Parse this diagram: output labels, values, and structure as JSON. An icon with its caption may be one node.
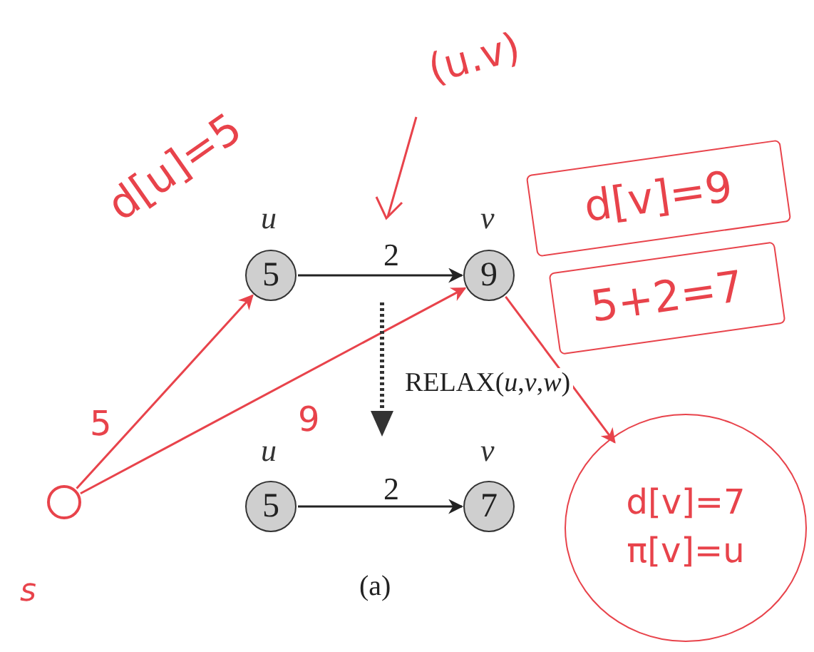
{
  "diagram": {
    "nodes": [
      {
        "text": [
          "5"
        ],
        "beside": [
          "u"
        ]
      },
      {
        "text": [
          "9"
        ],
        "beside": [
          "v"
        ]
      },
      {
        "text": [
          "5"
        ],
        "beside": [
          "u"
        ]
      },
      {
        "text": [
          "7"
        ],
        "beside": [
          "v"
        ]
      },
      {
        "text": [],
        "shape": "circle",
        "beside": [
          "s"
        ]
      },
      {
        "text": [
          "d[v]=9"
        ]
      },
      {
        "text": [
          "5+2=7"
        ]
      },
      {
        "text": [
          "d[v]=7 π[v]=u"
        ]
      }
    ],
    "edges": [
      {
        "from": 0,
        "to": 1,
        "arrow": "to",
        "label": "2",
        "color": "#222222"
      },
      {
        "from": 2,
        "to": 3,
        "arrow": "to",
        "label": "2",
        "color": "#222222"
      },
      {
        "from": 4,
        "to": 0,
        "arrow": "to",
        "label": "5"
      },
      {
        "from": 4,
        "to": 1,
        "arrow": "to",
        "label": "9"
      },
      {
        "from": 1,
        "to": 7,
        "arrow": "to"
      }
    ],
    "labels": [
      "d[u]=5",
      "(u.v)",
      "RELAX(*u*,*v*,*w*)",
      "(a)"
    ]
  }
}
